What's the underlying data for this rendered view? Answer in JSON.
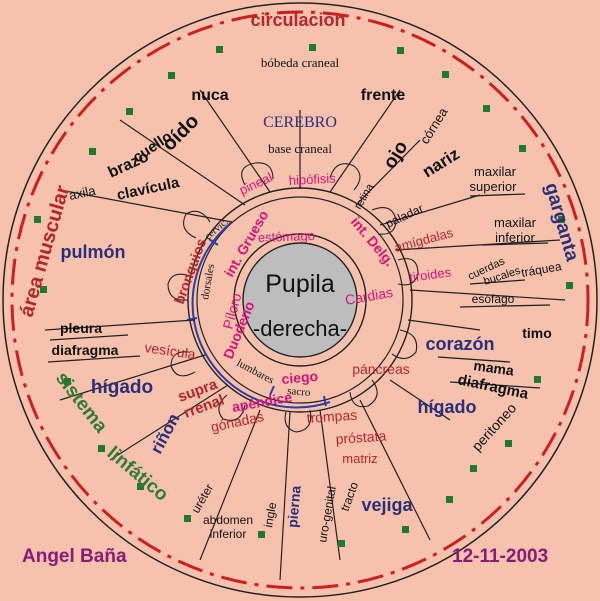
{
  "center": {
    "pupil_top": "Pupila",
    "pupil_bottom": "-derecha-"
  },
  "author": "Angel Baña",
  "date": "12-11-2003",
  "outer_labels": {
    "circulacion": "circulación",
    "area_muscular": "área muscular",
    "garganta": "garganta",
    "sistema": "sistema",
    "linfatico": "linfático"
  },
  "labels": {
    "bobeda": "bóbeda craneal",
    "cerebro": "CEREBRO",
    "base": "base craneal",
    "nuca": "nuca",
    "frente": "frente",
    "oido": "oído",
    "cuello": "cuello",
    "brazo": "brazo",
    "axila": "axila",
    "clavicula": "clavícula",
    "ojo": "ojo",
    "cornea": "córnea",
    "nariz": "nariz",
    "maxilar_sup_1": "maxilar",
    "maxilar_sup_2": "superior",
    "maxilar_inf_1": "maxilar",
    "maxilar_inf_2": "inferior",
    "retina": "retina",
    "paladar": "paladar",
    "amigdalas": "amígdalas",
    "tiroides": "tiroides",
    "cuerdas": "cuerdas",
    "bucales": "bucales",
    "traquea": "tráquea",
    "esofago": "esófago",
    "pulmon": "pulmón",
    "pleura": "pleura",
    "diafragma_l": "diafragma",
    "vesicula": "vesícula",
    "higado_l": "hígado",
    "supra": "supra",
    "rrenal": "rrenal",
    "rinon": "riñon",
    "gonadas": "gónadas",
    "ureter": "uréter",
    "abdomen_1": "abdomen",
    "abdomen_2": "inferior",
    "ingle": "ingle",
    "pierna": "pierna",
    "urogenital": "uro-genital",
    "tracto": "tracto",
    "vejiga": "vejiga",
    "peritoneo": "peritoneo",
    "higado_r": "hígado",
    "prostata": "próstata",
    "matriz": "matriz",
    "trompas": "trompas",
    "pancreas": "páncreas",
    "corazon": "corazón",
    "timo": "timo",
    "mama": "mama",
    "diafragma_r": "diafragma",
    "pineal": "pineal",
    "hipofisis": "hipófisis",
    "estomago": "estómago",
    "int_grueso": "int. Grueso",
    "int_delg": "int. Delg.",
    "bronquios": "bronquios",
    "piloro": "Píloro",
    "duodeno": "Duodeno",
    "cardias": "Cardias",
    "cervic": "cervic.",
    "dorsales": "dorsales",
    "lumbares": "lumbares",
    "sacro": "sacro",
    "ciego": "ciego",
    "apendice": "apéndice"
  },
  "colors": {
    "background": "#f6c2ad",
    "ring_dash": "#cc1f1f",
    "marker": "#1f7a2a",
    "text_black": "#111111",
    "text_navy": "#2b2f7a",
    "text_red": "#b3262c",
    "text_magenta": "#d4147a",
    "text_green": "#2f7a36",
    "text_purple": "#8a1a78",
    "pupil": "#bdbdbd"
  }
}
